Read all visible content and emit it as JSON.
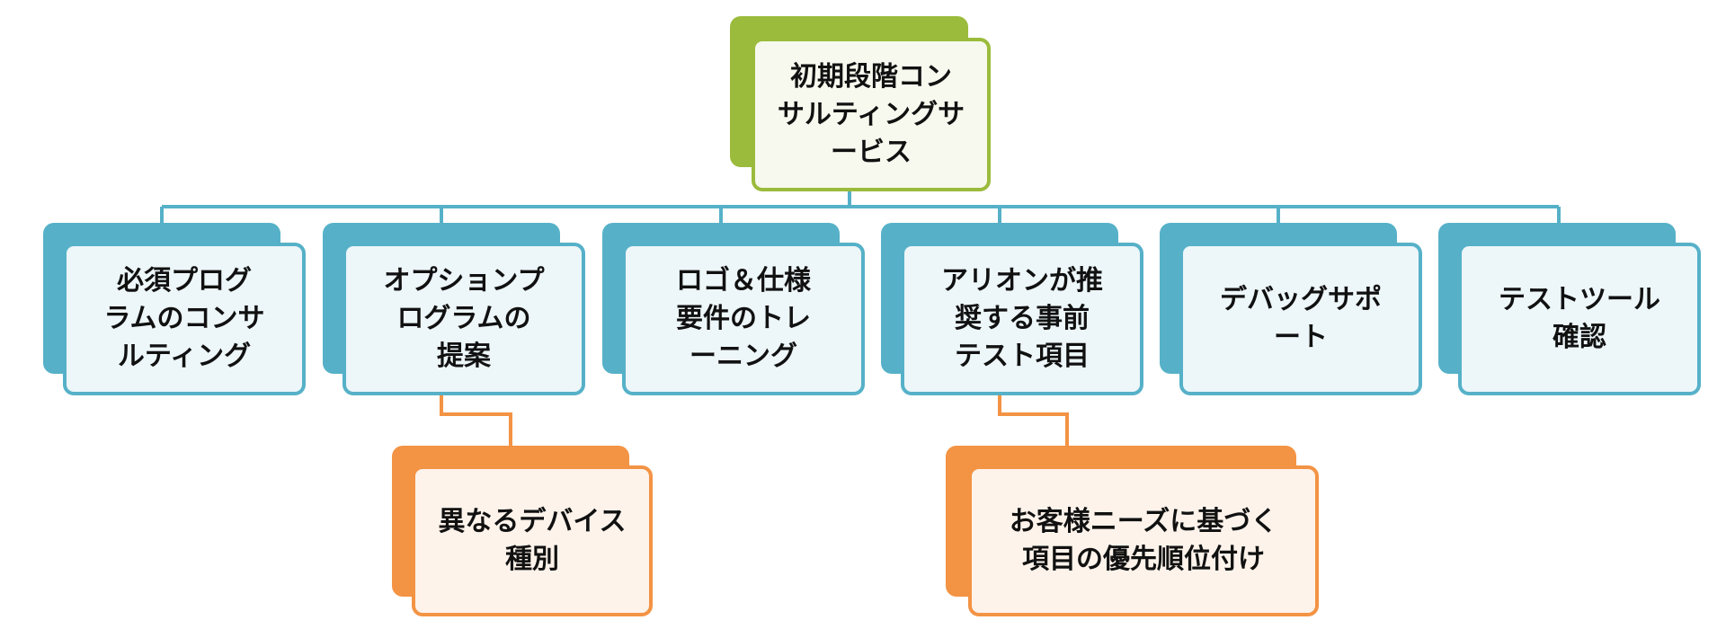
{
  "root": {
    "lines": [
      "初期段階コン",
      "サルティングサ",
      "ービス"
    ]
  },
  "children": [
    {
      "lines": [
        "必須プログ",
        "ラムのコンサ",
        "ルティング"
      ]
    },
    {
      "lines": [
        "オプションプ",
        "ログラムの",
        "提案"
      ]
    },
    {
      "lines": [
        "ロゴ＆仕様",
        "要件のトレ",
        "ーニング"
      ]
    },
    {
      "lines": [
        "アリオンが推",
        "奨する事前",
        "テスト項目"
      ]
    },
    {
      "lines": [
        "デバッグサポ",
        "ート"
      ]
    },
    {
      "lines": [
        "テストツール",
        "確認"
      ]
    }
  ],
  "sub_nodes": [
    {
      "lines": [
        "異なるデバイス",
        "種別"
      ]
    },
    {
      "lines": [
        "お客様ニーズに基づく",
        "項目の優先順位付け"
      ]
    }
  ],
  "colors": {
    "root": "#9BBB3C",
    "level1": "#56B1C8",
    "level2": "#F39344"
  }
}
